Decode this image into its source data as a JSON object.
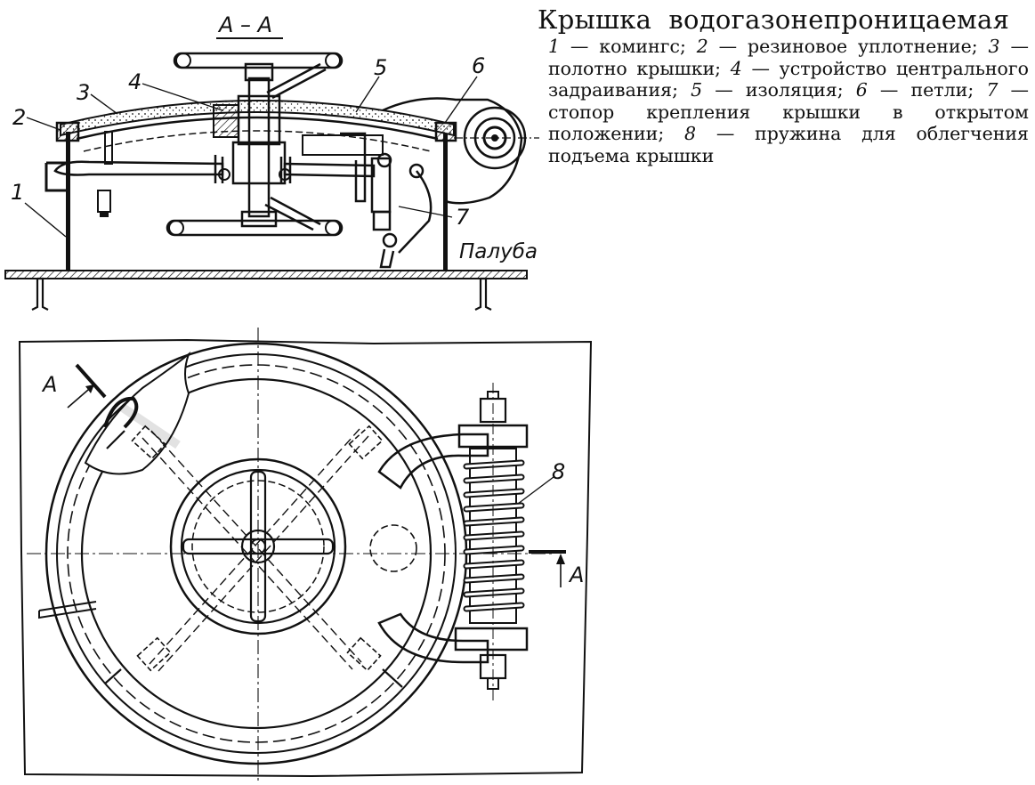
{
  "caption": {
    "title_part1": "Крышка",
    "title_part2": "водогазо",
    "title_part3": "непроницаемая",
    "legend": [
      {
        "num": "1",
        "text": "комингс"
      },
      {
        "num": "2",
        "text": "резиновое уплотнение"
      },
      {
        "num": "3",
        "text": "полотно крышки"
      },
      {
        "num": "4",
        "text": "устройство центрального задраивания"
      },
      {
        "num": "5",
        "text": "изоляция"
      },
      {
        "num": "6",
        "text": "петли"
      },
      {
        "num": "7",
        "text": "стопор крепления крышки в открытом положении"
      },
      {
        "num": "8",
        "text": "пружина для облегчения подъема крышки"
      }
    ]
  },
  "drawing": {
    "section_title": "А – А",
    "deck_label": "Палуба",
    "section_marker": "А",
    "callouts": [
      "1",
      "2",
      "3",
      "4",
      "5",
      "6",
      "7",
      "8"
    ]
  }
}
